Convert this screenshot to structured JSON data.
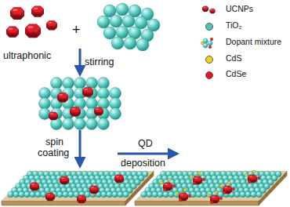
{
  "diagram": {
    "labels": [
      "+",
      "ultraphonic",
      "stirring",
      "spin",
      "coating",
      "QD",
      "deposition"
    ],
    "legend": [
      {
        "text": "UCNPs"
      },
      {
        "text": "TiO₂",
        "color": "#4fc4bb"
      },
      {
        "text": "Dopant mixture"
      },
      {
        "text": "CdS",
        "color": "#f2d21e"
      },
      {
        "text": "CdSe",
        "color": "#d81f26"
      }
    ]
  }
}
